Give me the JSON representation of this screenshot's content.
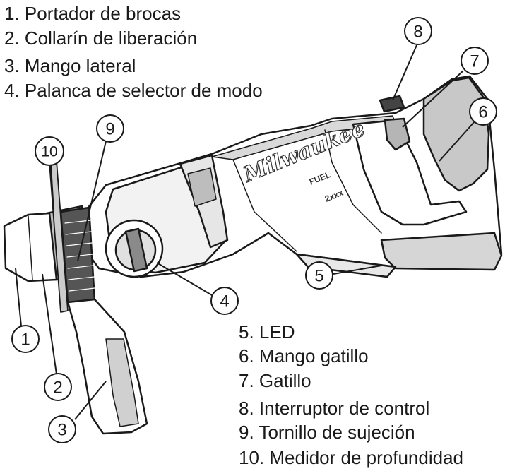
{
  "legend_top": [
    {
      "text": "1. Portador de brocas"
    },
    {
      "text": "2. Collarín de liberación"
    },
    {
      "text": "3. Mango lateral"
    },
    {
      "text": "4. Palanca de selector de modo"
    }
  ],
  "legend_bottom": [
    {
      "text": "5.  LED"
    },
    {
      "text": "6.  Mango gatillo"
    },
    {
      "text": "7.  Gatillo"
    },
    {
      "text": "8.  Interruptor de control"
    },
    {
      "text": "9.  Tornillo de sujeción"
    },
    {
      "text": "10. Medidor de profundidad"
    }
  ],
  "callouts": [
    "1",
    "2",
    "3",
    "4",
    "5",
    "6",
    "7",
    "8",
    "9",
    "10"
  ],
  "product_markings": {
    "brand": "Milwaukee",
    "badge": "FUEL",
    "model": "2xxx"
  },
  "colors": {
    "outline": "#1a1a1a",
    "body": "#ffffff",
    "shade": "#cfcfcf",
    "dark": "#555555"
  }
}
